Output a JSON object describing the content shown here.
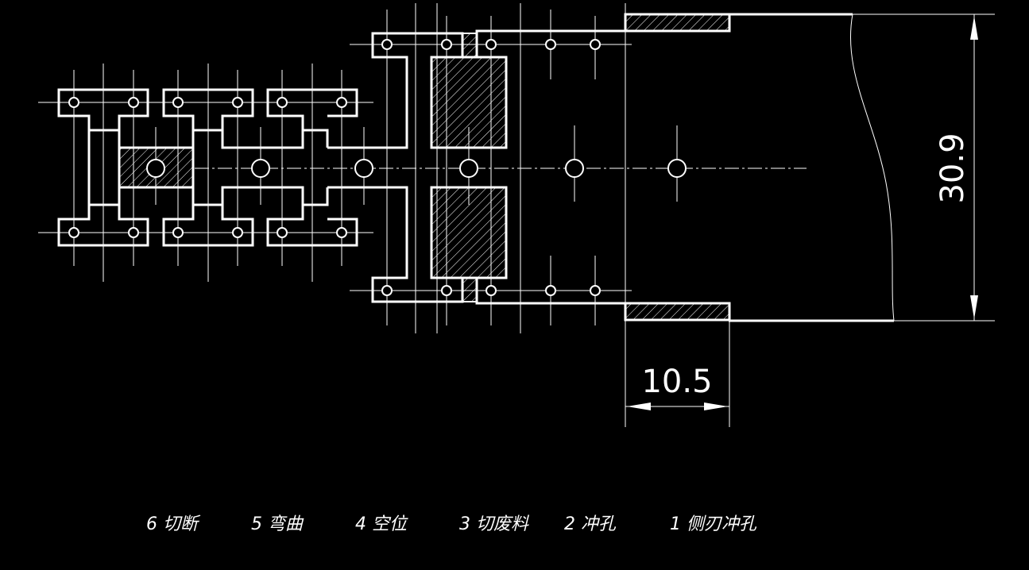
{
  "dimensions": {
    "width_value": "30.9",
    "step_value": "10.5"
  },
  "stations": [
    {
      "label": "6 切断"
    },
    {
      "label": "5 弯曲"
    },
    {
      "label": "4 空位"
    },
    {
      "label": "3 切废料"
    },
    {
      "label": "2 冲孔"
    },
    {
      "label": "1 侧刃冲孔"
    }
  ],
  "colors": {
    "background": "#000000",
    "lines": "#ffffff"
  }
}
